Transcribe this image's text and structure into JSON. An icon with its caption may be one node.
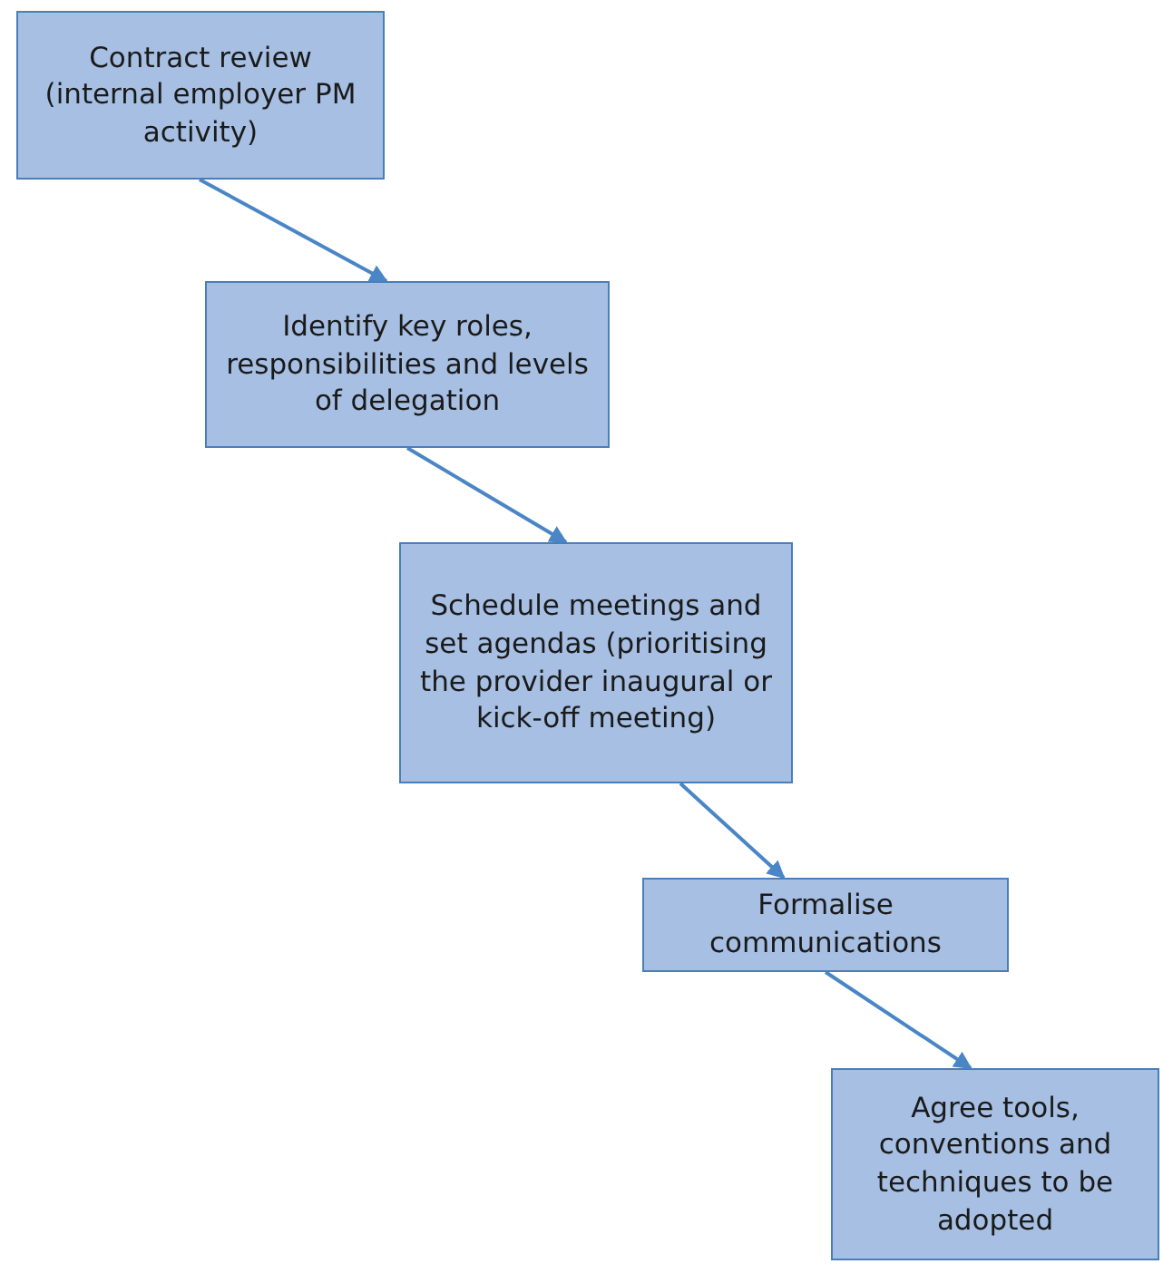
{
  "diagram": {
    "nodes": [
      {
        "text": [
          "Contract review (internal employer PM activity)"
        ]
      },
      {
        "text": [
          "Identify key roles, responsibilities and levels of delegation"
        ]
      },
      {
        "text": [
          "Schedule meetings and set agendas (prioritising the provider inaugural or kick-off meeting)"
        ]
      },
      {
        "text": [
          "Formalise communications"
        ]
      },
      {
        "text": [
          "Agree tools, conventions and techniques to be adopted"
        ]
      }
    ],
    "edges": [
      {
        "from": 0,
        "to": 1,
        "arrow": "to"
      },
      {
        "from": 1,
        "to": 2,
        "arrow": "to"
      },
      {
        "from": 2,
        "to": 3,
        "arrow": "to"
      },
      {
        "from": 3,
        "to": 4,
        "arrow": "to"
      }
    ]
  }
}
